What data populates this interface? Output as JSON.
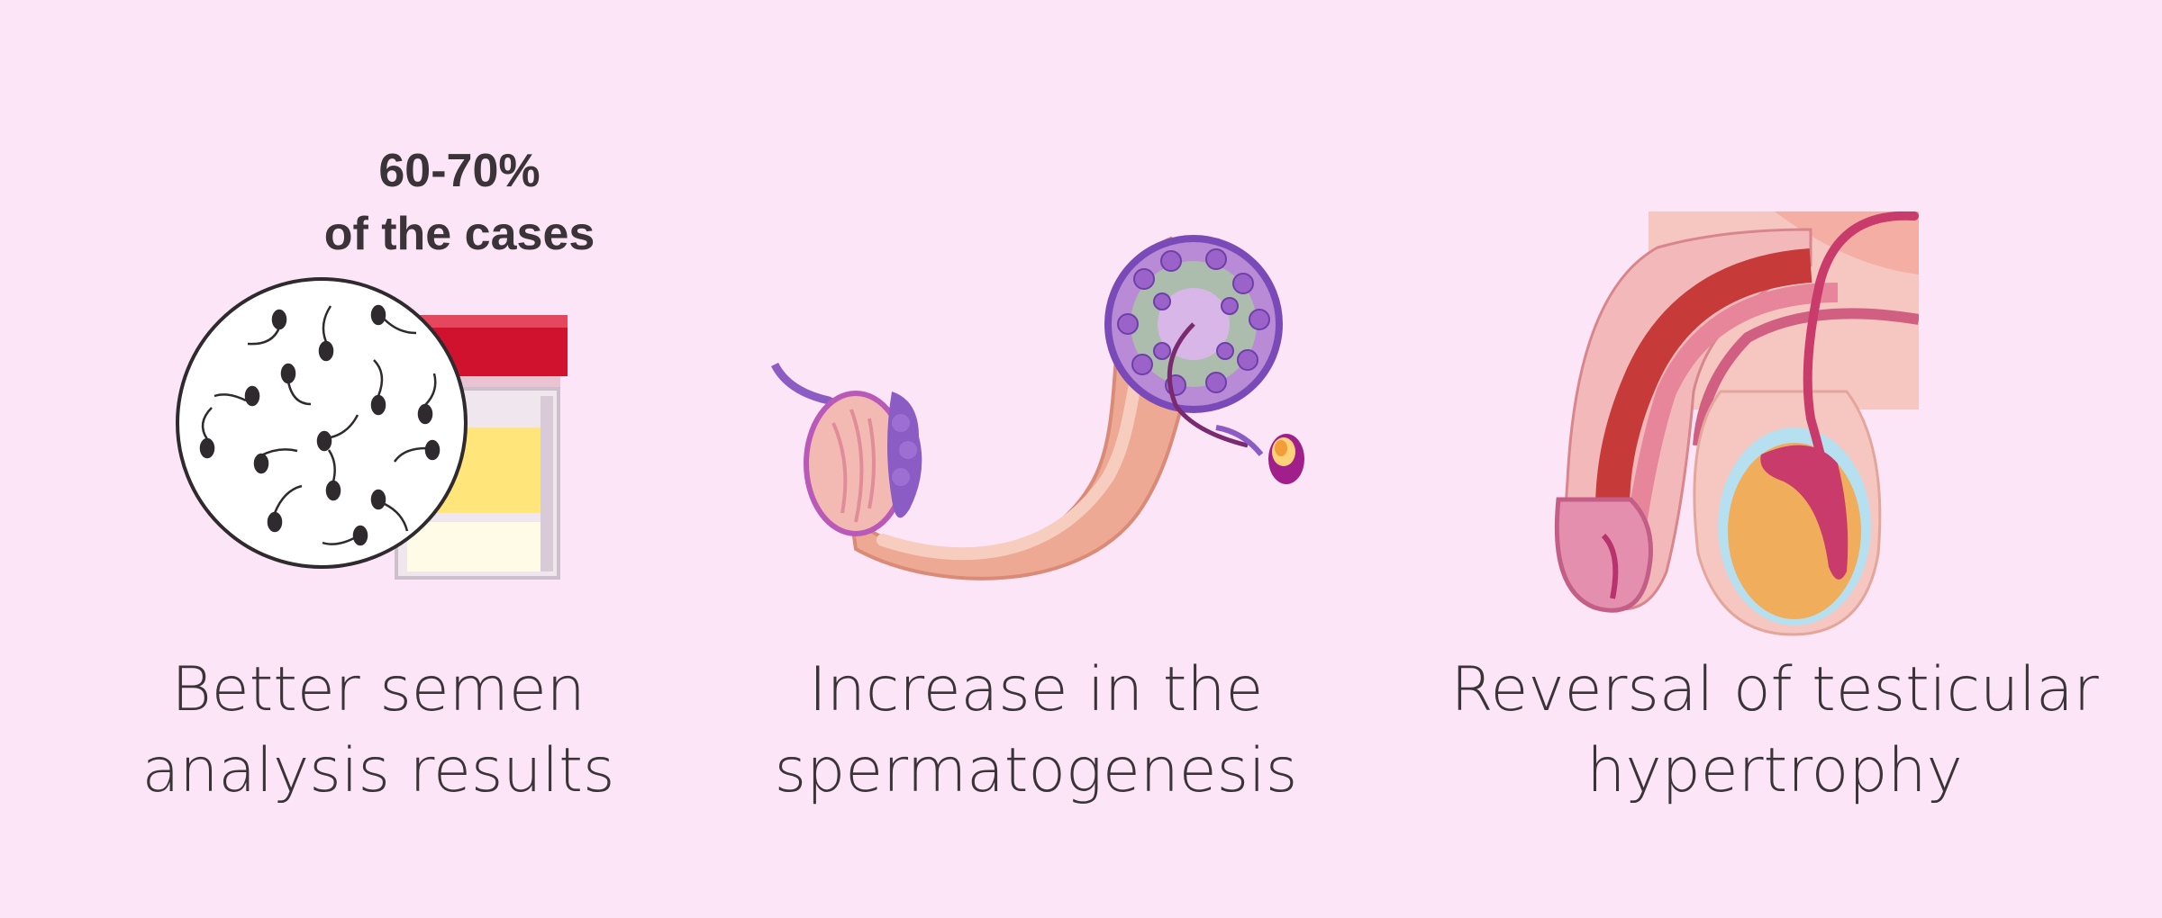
{
  "panels": [
    {
      "caption_lines": [
        "Better semen",
        "analysis results"
      ],
      "stat_lines": [
        "60-70%",
        "of the cases"
      ]
    },
    {
      "caption_lines": [
        "Increase in the",
        "spermatogenesis"
      ]
    },
    {
      "caption_lines": [
        "Reversal of testicular",
        "hypertrophy"
      ]
    }
  ],
  "colors": {
    "background": "#fde5f8",
    "text": "#3a3338",
    "cap_red": "#d0122e",
    "semen_yellow": "#ffe57a",
    "tube_pink": "#eea994",
    "tubule_purple": "#8b5cc4",
    "testis_orange": "#f0ad5c",
    "vessel_red": "#c73a3a"
  }
}
